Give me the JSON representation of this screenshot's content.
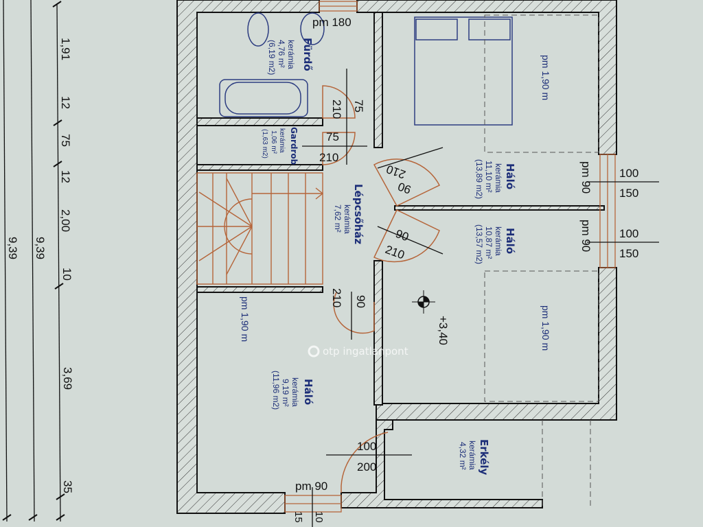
{
  "dimensions_left": {
    "segments": [
      "1,91",
      "12",
      "75",
      "12",
      "2,00",
      "10",
      "3,69",
      "35"
    ],
    "totals": [
      "9,39",
      "9,39"
    ]
  },
  "rooms": {
    "bath": {
      "name": "Fürdő",
      "floor": "kerámia",
      "area": "4,76 m²",
      "area_total": "(6,19 m2)",
      "pm": "pm 180"
    },
    "wardrobe": {
      "name": "Gardrob",
      "floor": "kerámia",
      "area": "1,06 m²",
      "area_total": "(1,63 m2)"
    },
    "stairs": {
      "name": "Lépcsőház",
      "floor": "kerámia",
      "area": "7,62 m²"
    },
    "bedroom_top": {
      "name": "Háló",
      "floor": "kerámia",
      "area": "11,10 m²",
      "area_total": "(13,89 m2)",
      "pm": "pm 1,90 m"
    },
    "bedroom_mid": {
      "name": "Háló",
      "floor": "kerámia",
      "area": "10,87 m²",
      "area_total": "(13,57 m2)",
      "pm": "pm 1,90 m"
    },
    "bedroom_left": {
      "name": "Háló",
      "floor": "kerámia",
      "area": "9,19 m²",
      "area_total": "(11,96 m2)",
      "pm": "pm 1,90 m"
    },
    "balcony": {
      "name": "Erkély",
      "floor": "kerámia",
      "area": "4,32 m²"
    }
  },
  "doors": {
    "bath": [
      "75",
      "210"
    ],
    "wardrobe": [
      "75",
      "210"
    ],
    "bedroom_top": [
      "90",
      "210"
    ],
    "bedroom_mid": [
      "90",
      "210"
    ],
    "bedroom_left": [
      "90",
      "210"
    ],
    "balcony": [
      "100",
      "200"
    ]
  },
  "windows": {
    "top": {
      "w": "100",
      "h": "150",
      "pm": "pm 90"
    },
    "mid": {
      "w": "100",
      "h": "150",
      "pm": "pm 90"
    },
    "bottom": {
      "pm": "pm 90",
      "a": "15",
      "b": "10"
    }
  },
  "elevation": "+3,40",
  "watermark": "otp ingatlanpont"
}
